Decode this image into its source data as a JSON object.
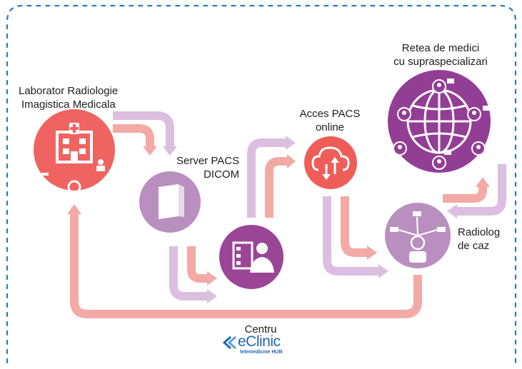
{
  "nodes": {
    "laborator": {
      "label_line1": "Laborator Radiologie",
      "label_line2": "Imagistica Medicala",
      "icon": "hospital-icon",
      "color": "#ef6461"
    },
    "server": {
      "label_line1": "Server PACS",
      "label_line2": "DICOM",
      "icon": "server-icon",
      "color": "#b98fbf"
    },
    "viewer": {
      "icon": "doctor-monitor-icon",
      "color": "#9a4595"
    },
    "acces": {
      "label_line1": "Acces PACS",
      "label_line2": "online",
      "icon": "cloud-sync-icon",
      "color": "#ef5d58"
    },
    "retea": {
      "label_line1": "Retea de medici",
      "label_line2": "cu supraspecializari",
      "icon": "globe-network-icon",
      "color": "#933e95"
    },
    "radiolog": {
      "label_line1": "Radiolog",
      "label_line2": "de caz",
      "icon": "radiologist-network-icon",
      "color": "#b98fbf"
    }
  },
  "footer": {
    "title": "Centru",
    "brand": "eClinic",
    "tagline": "telemedicine HUB",
    "brand_color": "#1f67b1"
  },
  "colors": {
    "arrow_pink": "#f3aaa6",
    "arrow_lilac": "#dcbfe0",
    "border": "#2a7ab8"
  }
}
